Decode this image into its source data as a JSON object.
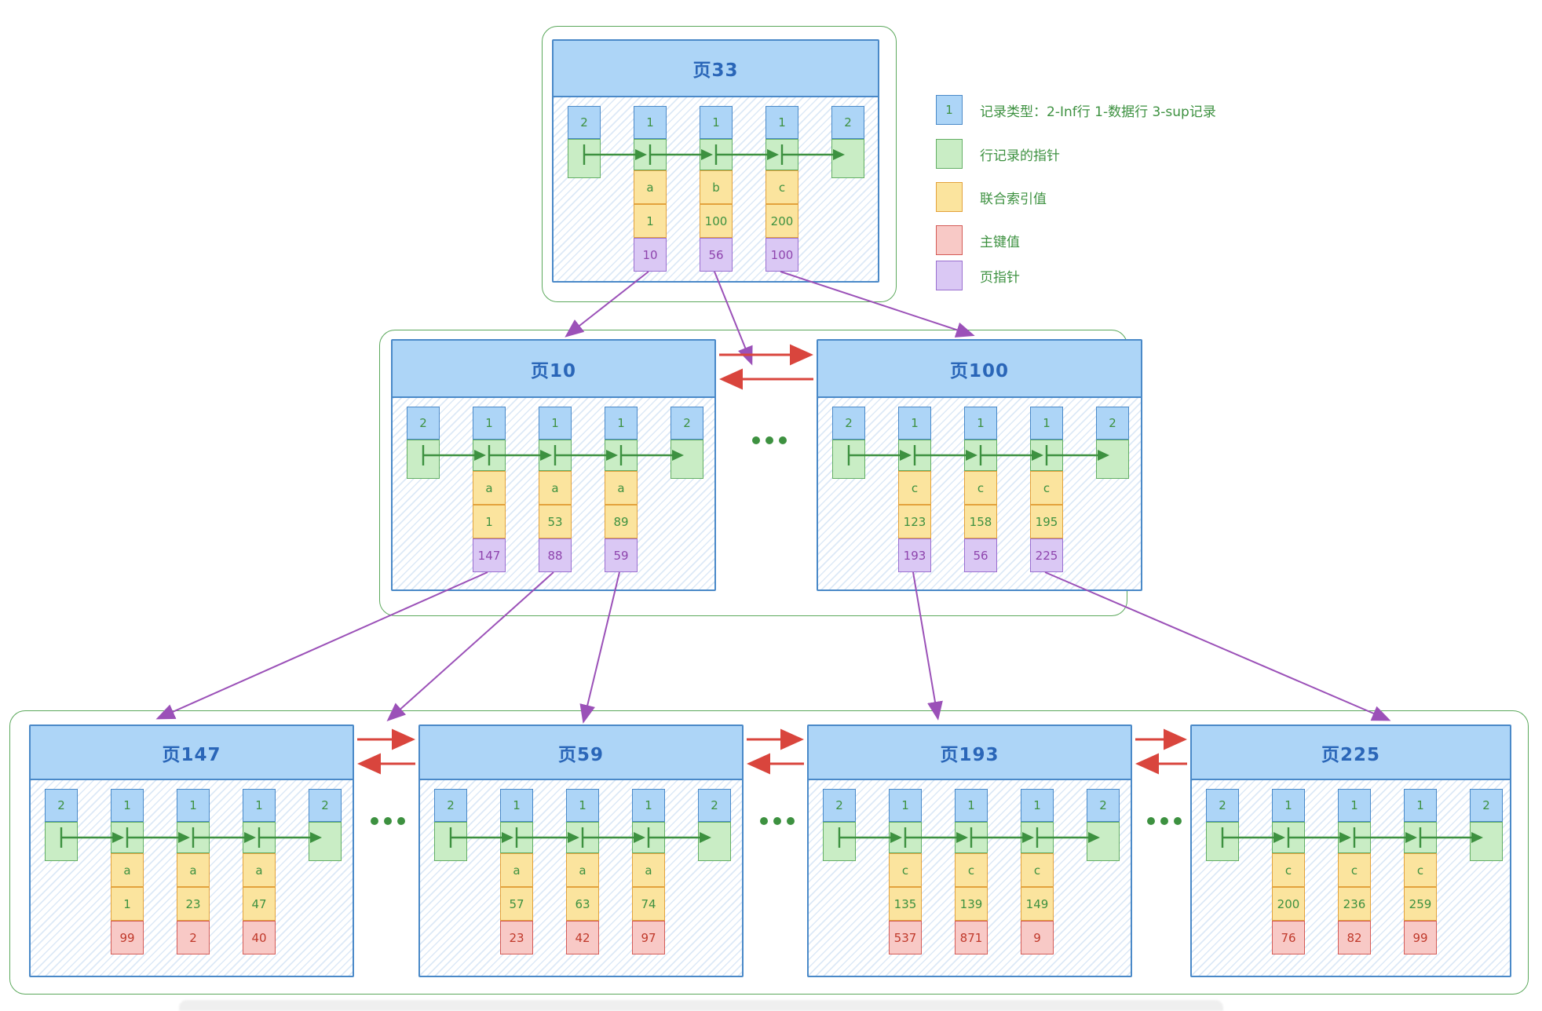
{
  "legend": {
    "items": [
      {
        "id": "record-type",
        "swatch": "blue",
        "swatch_text": "1",
        "label": "记录类型：2-Inf行 1-数据行 3-sup记录"
      },
      {
        "id": "row-pointer",
        "swatch": "green",
        "swatch_text": "",
        "label": "行记录的指针"
      },
      {
        "id": "index-value",
        "swatch": "yellow",
        "swatch_text": "",
        "label": "联合索引值"
      },
      {
        "id": "primary-key",
        "swatch": "red",
        "swatch_text": "",
        "label": "主键值"
      },
      {
        "id": "page-pointer",
        "swatch": "purple",
        "swatch_text": "",
        "label": "页指针"
      }
    ]
  },
  "colors": {
    "blue_fill": "#ADD5F7",
    "blue_border": "#4A89C8",
    "green_fill": "#C9EDC5",
    "green_border": "#63AE64",
    "yellow_fill": "#FBE49E",
    "yellow_border": "#E3A23C",
    "red_fill": "#F8C9C6",
    "red_border": "#D45B56",
    "purple_fill": "#DAC8F4",
    "purple_border": "#9A6FD0",
    "container_border": "#5BA85B",
    "title_color": "#2A66B8",
    "green_text": "#3D9140",
    "red_arrow": "#D9453D",
    "purple_arrow": "#9B51B8"
  },
  "ellipsis_dots": "...",
  "pages": [
    {
      "title": "页33",
      "level": "top",
      "records": [
        {
          "type": "2",
          "kind": "infimum"
        },
        {
          "type": "1",
          "kind": "data",
          "index_values": [
            "a",
            "1"
          ],
          "pointer_kind": "page",
          "pointer_value": "10"
        },
        {
          "type": "1",
          "kind": "data",
          "index_values": [
            "b",
            "100"
          ],
          "pointer_kind": "page",
          "pointer_value": "56"
        },
        {
          "type": "1",
          "kind": "data",
          "index_values": [
            "c",
            "200"
          ],
          "pointer_kind": "page",
          "pointer_value": "100"
        },
        {
          "type": "2",
          "kind": "supremum"
        }
      ]
    },
    {
      "title": "页10",
      "level": "mid",
      "records": [
        {
          "type": "2",
          "kind": "infimum"
        },
        {
          "type": "1",
          "kind": "data",
          "index_values": [
            "a",
            "1"
          ],
          "pointer_kind": "page",
          "pointer_value": "147"
        },
        {
          "type": "1",
          "kind": "data",
          "index_values": [
            "a",
            "53"
          ],
          "pointer_kind": "page",
          "pointer_value": "88"
        },
        {
          "type": "1",
          "kind": "data",
          "index_values": [
            "a",
            "89"
          ],
          "pointer_kind": "page",
          "pointer_value": "59"
        },
        {
          "type": "2",
          "kind": "supremum"
        }
      ]
    },
    {
      "title": "页100",
      "level": "mid",
      "records": [
        {
          "type": "2",
          "kind": "infimum"
        },
        {
          "type": "1",
          "kind": "data",
          "index_values": [
            "c",
            "123"
          ],
          "pointer_kind": "page",
          "pointer_value": "193"
        },
        {
          "type": "1",
          "kind": "data",
          "index_values": [
            "c",
            "158"
          ],
          "pointer_kind": "page",
          "pointer_value": "56"
        },
        {
          "type": "1",
          "kind": "data",
          "index_values": [
            "c",
            "195"
          ],
          "pointer_kind": "page",
          "pointer_value": "225"
        },
        {
          "type": "2",
          "kind": "supremum"
        }
      ]
    },
    {
      "title": "页147",
      "level": "bottom",
      "records": [
        {
          "type": "2",
          "kind": "infimum"
        },
        {
          "type": "1",
          "kind": "data",
          "index_values": [
            "a",
            "1"
          ],
          "pointer_kind": "pk",
          "pointer_value": "99"
        },
        {
          "type": "1",
          "kind": "data",
          "index_values": [
            "a",
            "23"
          ],
          "pointer_kind": "pk",
          "pointer_value": "2"
        },
        {
          "type": "1",
          "kind": "data",
          "index_values": [
            "a",
            "47"
          ],
          "pointer_kind": "pk",
          "pointer_value": "40"
        },
        {
          "type": "2",
          "kind": "supremum"
        }
      ]
    },
    {
      "title": "页59",
      "level": "bottom",
      "records": [
        {
          "type": "2",
          "kind": "infimum"
        },
        {
          "type": "1",
          "kind": "data",
          "index_values": [
            "a",
            "57"
          ],
          "pointer_kind": "pk",
          "pointer_value": "23"
        },
        {
          "type": "1",
          "kind": "data",
          "index_values": [
            "a",
            "63"
          ],
          "pointer_kind": "pk",
          "pointer_value": "42"
        },
        {
          "type": "1",
          "kind": "data",
          "index_values": [
            "a",
            "74"
          ],
          "pointer_kind": "pk",
          "pointer_value": "97"
        },
        {
          "type": "2",
          "kind": "supremum"
        }
      ]
    },
    {
      "title": "页193",
      "level": "bottom",
      "records": [
        {
          "type": "2",
          "kind": "infimum"
        },
        {
          "type": "1",
          "kind": "data",
          "index_values": [
            "c",
            "135"
          ],
          "pointer_kind": "pk",
          "pointer_value": "537"
        },
        {
          "type": "1",
          "kind": "data",
          "index_values": [
            "c",
            "139"
          ],
          "pointer_kind": "pk",
          "pointer_value": "871"
        },
        {
          "type": "1",
          "kind": "data",
          "index_values": [
            "c",
            "149"
          ],
          "pointer_kind": "pk",
          "pointer_value": "9"
        },
        {
          "type": "2",
          "kind": "supremum"
        }
      ]
    },
    {
      "title": "页225",
      "level": "bottom",
      "records": [
        {
          "type": "2",
          "kind": "infimum"
        },
        {
          "type": "1",
          "kind": "data",
          "index_values": [
            "c",
            "200"
          ],
          "pointer_kind": "pk",
          "pointer_value": "76"
        },
        {
          "type": "1",
          "kind": "data",
          "index_values": [
            "c",
            "236"
          ],
          "pointer_kind": "pk",
          "pointer_value": "82"
        },
        {
          "type": "1",
          "kind": "data",
          "index_values": [
            "c",
            "259"
          ],
          "pointer_kind": "pk",
          "pointer_value": "99"
        },
        {
          "type": "2",
          "kind": "supremum"
        }
      ]
    }
  ]
}
